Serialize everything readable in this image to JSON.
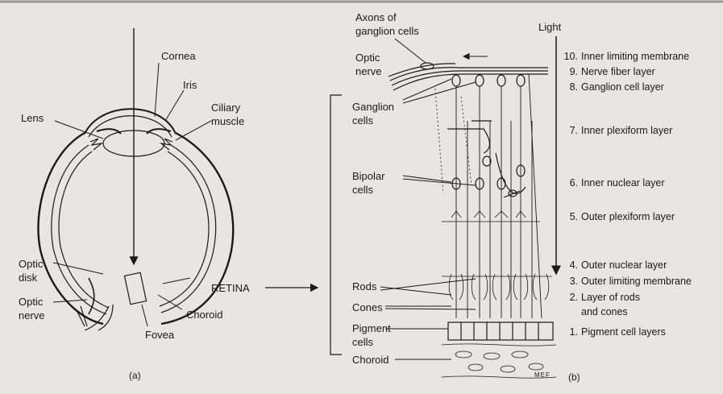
{
  "eye": {
    "cornea": "Cornea",
    "lens": "Lens",
    "iris": "Iris",
    "ciliary_muscle": [
      "Ciliary",
      "muscle"
    ],
    "optic_disk": [
      "Optic",
      "disk"
    ],
    "optic_nerve": [
      "Optic",
      "nerve"
    ],
    "retina": "RETINA",
    "choroid": "Choroid",
    "fovea": "Fovea",
    "caption": "(a)"
  },
  "retina": {
    "axons": [
      "Axons of",
      "ganglion cells"
    ],
    "optic_nerve": [
      "Optic",
      "nerve"
    ],
    "light": "Light",
    "ganglion_cells": [
      "Ganglion",
      "cells"
    ],
    "bipolar_cells": [
      "Bipolar",
      "cells"
    ],
    "rods": "Rods",
    "cones": "Cones",
    "pigment_cells": [
      "Pigment",
      "cells"
    ],
    "choroid": "Choroid",
    "initials": "MEF",
    "caption": "(b)",
    "layers": [
      {
        "num": "10.",
        "name": "Inner limiting membrane"
      },
      {
        "num": "9.",
        "name": "Nerve fiber layer"
      },
      {
        "num": "8.",
        "name": "Ganglion cell layer"
      },
      {
        "num": "7.",
        "name": "Inner plexiform layer"
      },
      {
        "num": "6.",
        "name": "Inner nuclear layer"
      },
      {
        "num": "5.",
        "name": "Outer plexiform layer"
      },
      {
        "num": "4.",
        "name": "Outer nuclear layer"
      },
      {
        "num": "3.",
        "name": "Outer limiting membrane"
      },
      {
        "num": "2.",
        "name": "Layer of rods"
      },
      {
        "num": "",
        "name": "and cones"
      },
      {
        "num": "1.",
        "name": "Pigment cell layers"
      }
    ]
  }
}
